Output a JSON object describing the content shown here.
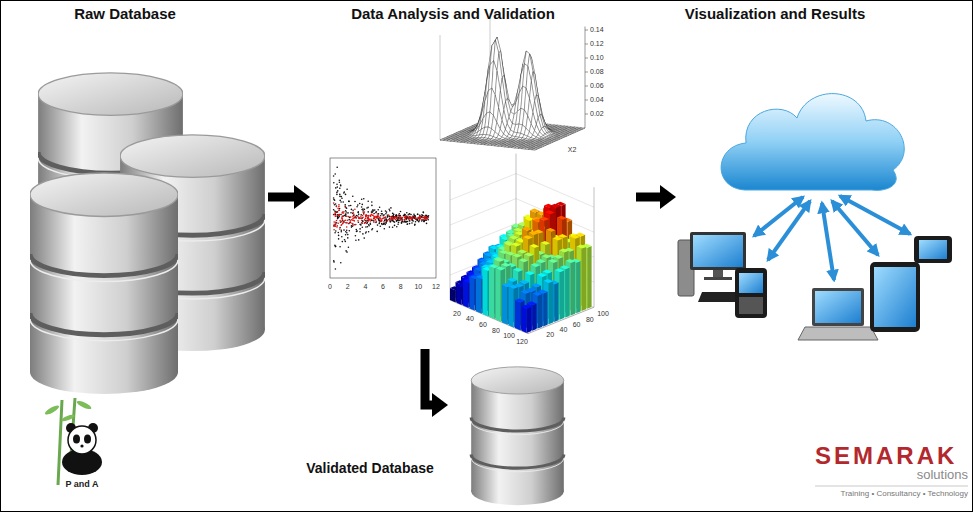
{
  "diagram": {
    "nodes": [
      {
        "text": [
          "Raw Database"
        ]
      },
      {
        "text": [
          "Data Analysis and Validation"
        ]
      },
      {
        "text": [
          "Visualization and Results"
        ]
      },
      {
        "text": [
          "Validated Database"
        ]
      }
    ],
    "edges": [
      {
        "from": 0,
        "to": 1,
        "arrow": "to"
      },
      {
        "from": 1,
        "to": 2,
        "arrow": "to"
      },
      {
        "from": 1,
        "to": 3,
        "arrow": "to"
      }
    ],
    "labels": [
      "0.14",
      "0.12",
      "0.10",
      "0.08",
      "0.06",
      "0.04",
      "0.02",
      "X2",
      "0",
      "2",
      "4",
      "6",
      "8",
      "10",
      "12",
      "20",
      "40",
      "60",
      "80",
      "100",
      "120",
      "20",
      "40",
      "60",
      "80",
      "100",
      "P and A",
      "SEMARAK",
      "solutions",
      "Training • Consultancy • Technology"
    ]
  }
}
